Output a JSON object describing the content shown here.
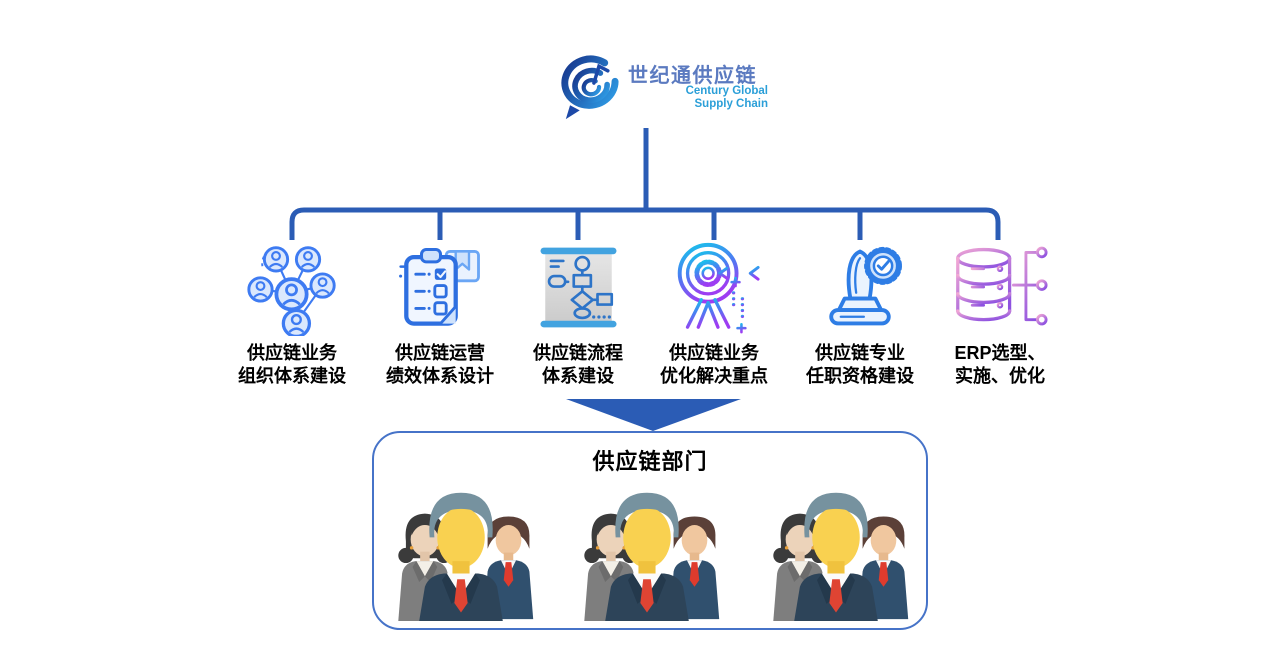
{
  "logo": {
    "icon": "swirl-logo-icon",
    "name_cn": "世纪通供应链",
    "name_en_line1": "Century Global",
    "name_en_line2": "Supply Chain"
  },
  "branches": [
    {
      "icon": "org-network-icon",
      "line1": "供应链业务",
      "line2": "组织体系建设"
    },
    {
      "icon": "checklist-icon",
      "line1": "供应链运营",
      "line2": "绩效体系设计"
    },
    {
      "icon": "flowchart-board-icon",
      "line1": "供应链流程",
      "line2": "体系建设"
    },
    {
      "icon": "target-arrow-icon",
      "line1": "供应链业务",
      "line2": "优化解决重点"
    },
    {
      "icon": "stamp-badge-icon",
      "line1": "供应链专业",
      "line2": "任职资格建设"
    },
    {
      "icon": "database-network-icon",
      "line1": "ERP选型、",
      "line2": "实施、优化"
    }
  ],
  "department_box": {
    "title": "供应链部门",
    "team_groups": 3
  },
  "colors": {
    "connector_blue": "#2b5cb5",
    "box_border_blue": "#4673c8",
    "logo_cn_blue": "#5b7ac0",
    "logo_en_blue": "#2b9fd8",
    "icon_blue": "#2e6fe0",
    "gradient_cyan": "#14c8ea",
    "gradient_purple": "#9d3df2",
    "gradient_pink": "#f2a8d4",
    "tie_red": "#df4433"
  }
}
